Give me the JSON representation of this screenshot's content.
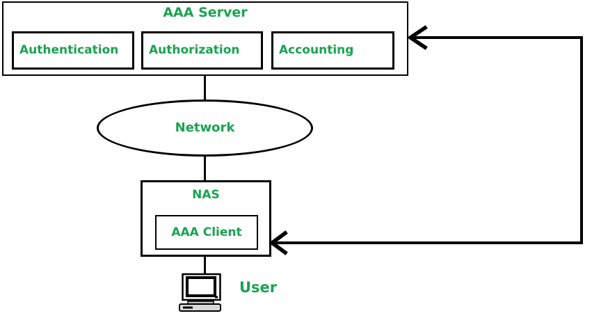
{
  "colors": {
    "label_green": "#19A350",
    "line_black": "#000000",
    "background": "#FFFFFF"
  },
  "server": {
    "label": "AAA Server",
    "modules": [
      {
        "label": "Authentication"
      },
      {
        "label": "Authorization"
      },
      {
        "label": "Accounting"
      }
    ]
  },
  "network": {
    "label": "Network"
  },
  "nas": {
    "label": "NAS",
    "client": {
      "label": "AAA Client"
    }
  },
  "user": {
    "label": "User",
    "icon": "crt-monitor"
  },
  "edges": [
    {
      "from": "AAA Server",
      "to": "Network",
      "style": "plain-line"
    },
    {
      "from": "Network",
      "to": "NAS",
      "style": "plain-line"
    },
    {
      "from": "NAS",
      "to": "User",
      "style": "plain-line"
    },
    {
      "between": [
        "AAA Server",
        "NAS"
      ],
      "route": "right-side-loop",
      "arrowheads": "both ends point into boxes"
    }
  ]
}
